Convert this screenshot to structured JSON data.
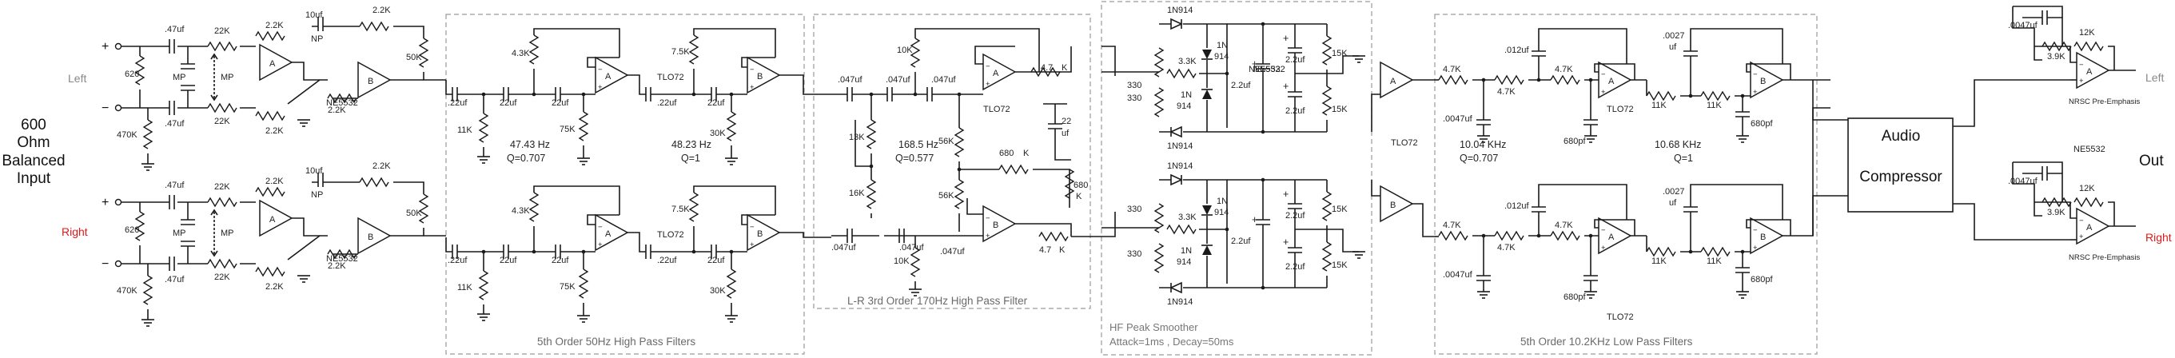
{
  "input": {
    "line1": "600",
    "line2": "Ohm",
    "line3": "Balanced",
    "line4": "Input",
    "left": "Left",
    "right": "Right",
    "right_color": "#e01818"
  },
  "terminals": {
    "plus": "+",
    "minus": "−"
  },
  "front": {
    "c47": ".47uf",
    "r22k": "22K",
    "r22": "2.2K",
    "c10": "10uf",
    "np": "NP",
    "r620": "620",
    "r470": "470K",
    "mp": "MP",
    "ne": "NE5532",
    "r50k": "50K",
    "a": "A",
    "b": "B"
  },
  "hpf": {
    "title": "5th Order 50Hz High Pass Filters",
    "c22": ".22uf",
    "c22b": "22uf",
    "c22c": "22uf",
    "r11k": "11K",
    "r43k": "4.3K",
    "r75k": "75K",
    "r75": "7.5K",
    "r30k": "30K",
    "tlo72": "TLO72",
    "f1": "47.43 Hz",
    "q1": "Q=0.707",
    "f2": "48.23 Hz",
    "q2": "Q=1"
  },
  "lr": {
    "title": "L-R  3rd Order 170Hz High Pass Filter",
    "c047": ".047uf",
    "r10k": "10K",
    "r13k": "13K",
    "r16k": "16K",
    "r56k": "56K",
    "r680": "680",
    "k": "K",
    "f": "168.5 Hz",
    "q": "Q=0.577",
    "tlo72": "TLO72",
    "r47": "4.7",
    "cap22": "22",
    "uf": "uf"
  },
  "hf": {
    "title": "HF Peak Smoother",
    "attack": "Attack=1ms , Decay=50ms",
    "d1": "1N914",
    "d2": "1N",
    "d3": "914",
    "r330": "330",
    "r33": "3.3K",
    "c22": "2.2uf",
    "r15": "15K",
    "tlo72": "TLO72"
  },
  "lpf": {
    "title": "5th Order 10.2KHz Low Pass Filters",
    "r47": "4.7K",
    "c0047": ".0047uf",
    "c012": ".012uf",
    "c680": "680pf",
    "c0027": ".0027",
    "uf": "uf",
    "r11k": "11K",
    "tlo72": "TLO72",
    "f1": "10.04 KHz",
    "q1": "Q=0.707",
    "f2": "10.68 KHz",
    "q2": "Q=1"
  },
  "comp": {
    "line1": "Audio",
    "line2": "Compressor"
  },
  "out": {
    "c0047": ".0047uf",
    "r12k": "12K",
    "r39k": "3.9K",
    "nrsc": "NRSC Pre-Emphasis",
    "ne": "NE5532",
    "label": "Out",
    "left": "Left",
    "right": "Right",
    "left_color": "#777777",
    "right_color": "#e01818"
  }
}
